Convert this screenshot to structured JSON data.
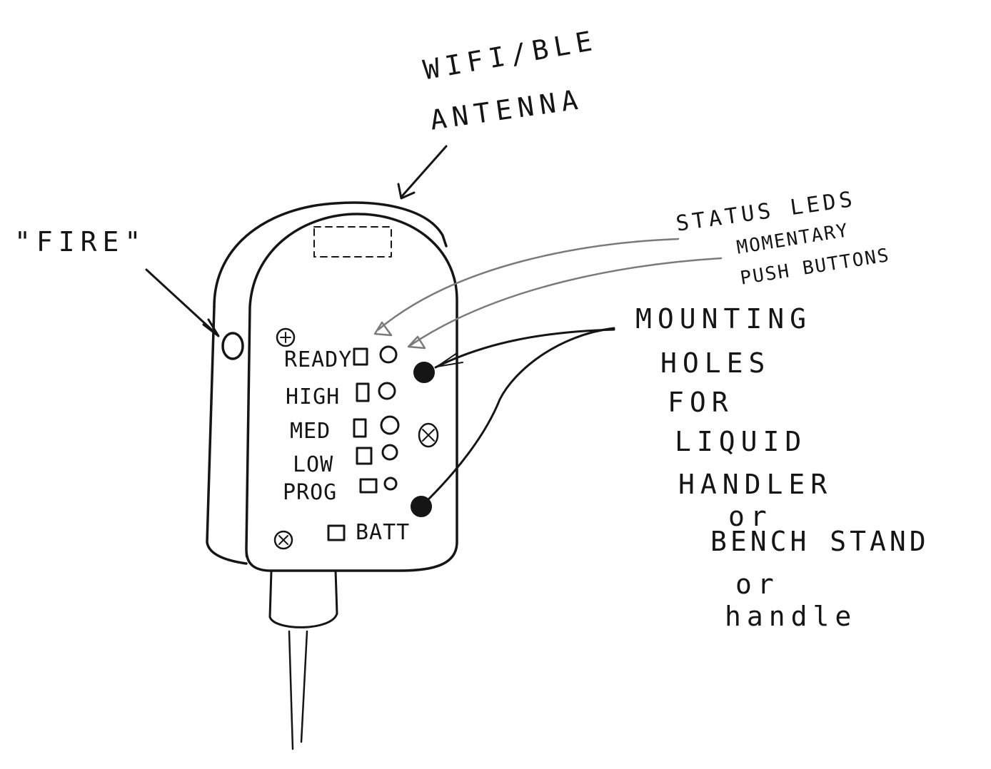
{
  "labels": {
    "fire": "\"FIRE\"",
    "antenna_line1": "WIFI/BLE",
    "antenna_line2": "ANTENNA",
    "status_leds": "STATUS LEDS",
    "push_line1": "MOMENTARY",
    "push_line2": "PUSH BUTTONS",
    "mount_line1": "MOUNTING",
    "mount_line2": "HOLES",
    "mount_line3": "FOR",
    "mount_line4": "LIQUID",
    "mount_line5": "HANDLER",
    "mount_line6": "or",
    "mount_line7": "BENCH STAND",
    "mount_line8": "or",
    "mount_line9": "handle"
  },
  "device_rows": [
    "READY",
    "HIGH",
    "MED",
    "LOW",
    "PROG"
  ],
  "battery_label": "BATT",
  "colors": {
    "ink": "#151515",
    "leader_gray": "#7a7a7a",
    "paper": "#ffffff"
  }
}
